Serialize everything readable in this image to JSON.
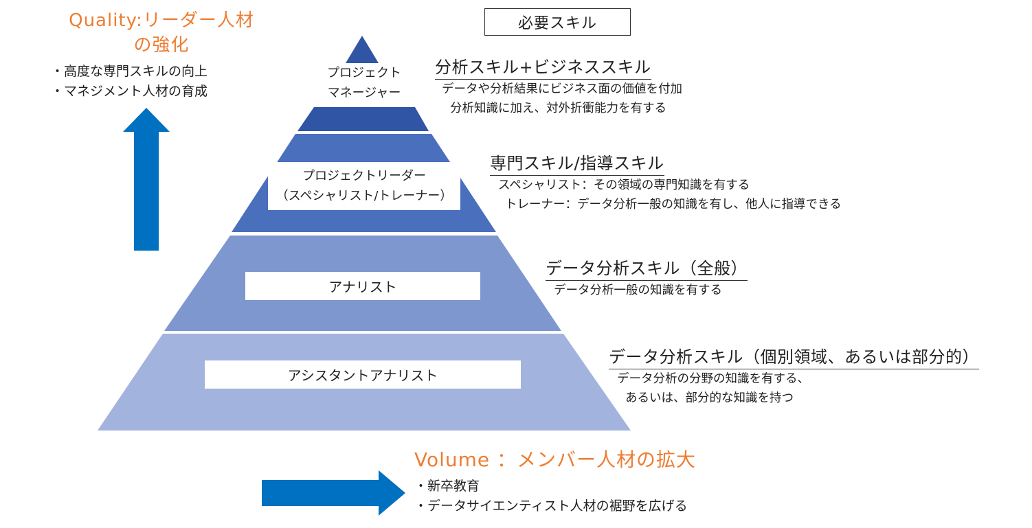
{
  "header": {
    "label": "必要スキル"
  },
  "quality": {
    "title_line1": "Quality:リーダー人材",
    "title_line2": "の強化",
    "bullets": [
      "・高度な専門スキルの向上",
      "・マネジメント人材の育成"
    ],
    "color": "#ed7d31",
    "arrow_icon": "arrow-up-icon"
  },
  "volume": {
    "title": "Volume ：メンバー人材の拡大",
    "bullets": [
      "・新卒教育",
      "・データサイエンティスト人材の裾野を広げる"
    ],
    "color": "#ed7d31",
    "arrow_icon": "arrow-right-icon"
  },
  "arrow_color": "#0070c0",
  "pyramid": {
    "tiers": [
      {
        "label_line1": "プロジェクト",
        "label_line2": "マネージャー",
        "color": "#2f55a4"
      },
      {
        "label_line1": "プロジェクトリーダー",
        "label_line2": "（スペシャリスト/トレーナー）",
        "color": "#4a6fbd"
      },
      {
        "label_line1": "アナリスト",
        "color": "#7f97cf"
      },
      {
        "label_line1": "アシスタントアナリスト",
        "color": "#a2b3dd"
      }
    ]
  },
  "skills": [
    {
      "title": "分析スキル+ビジネススキル",
      "desc": [
        "データや分析結果にビジネス面の価値を付加",
        "分析知識に加え、対外折衝能力を有する"
      ]
    },
    {
      "title": "専門スキル/指導スキル",
      "desc": [
        "スペシャリスト：その領域の専門知識を有する",
        "トレーナー：データ分析一般の知識を有し、他人に指導できる"
      ]
    },
    {
      "title": "データ分析スキル（全般）",
      "desc": [
        "データ分析一般の知識を有する"
      ]
    },
    {
      "title": "データ分析スキル（個別領域、あるいは部分的）",
      "desc": [
        "データ分析の分野の知識を有する、",
        "あるいは、部分的な知識を持つ"
      ]
    }
  ]
}
